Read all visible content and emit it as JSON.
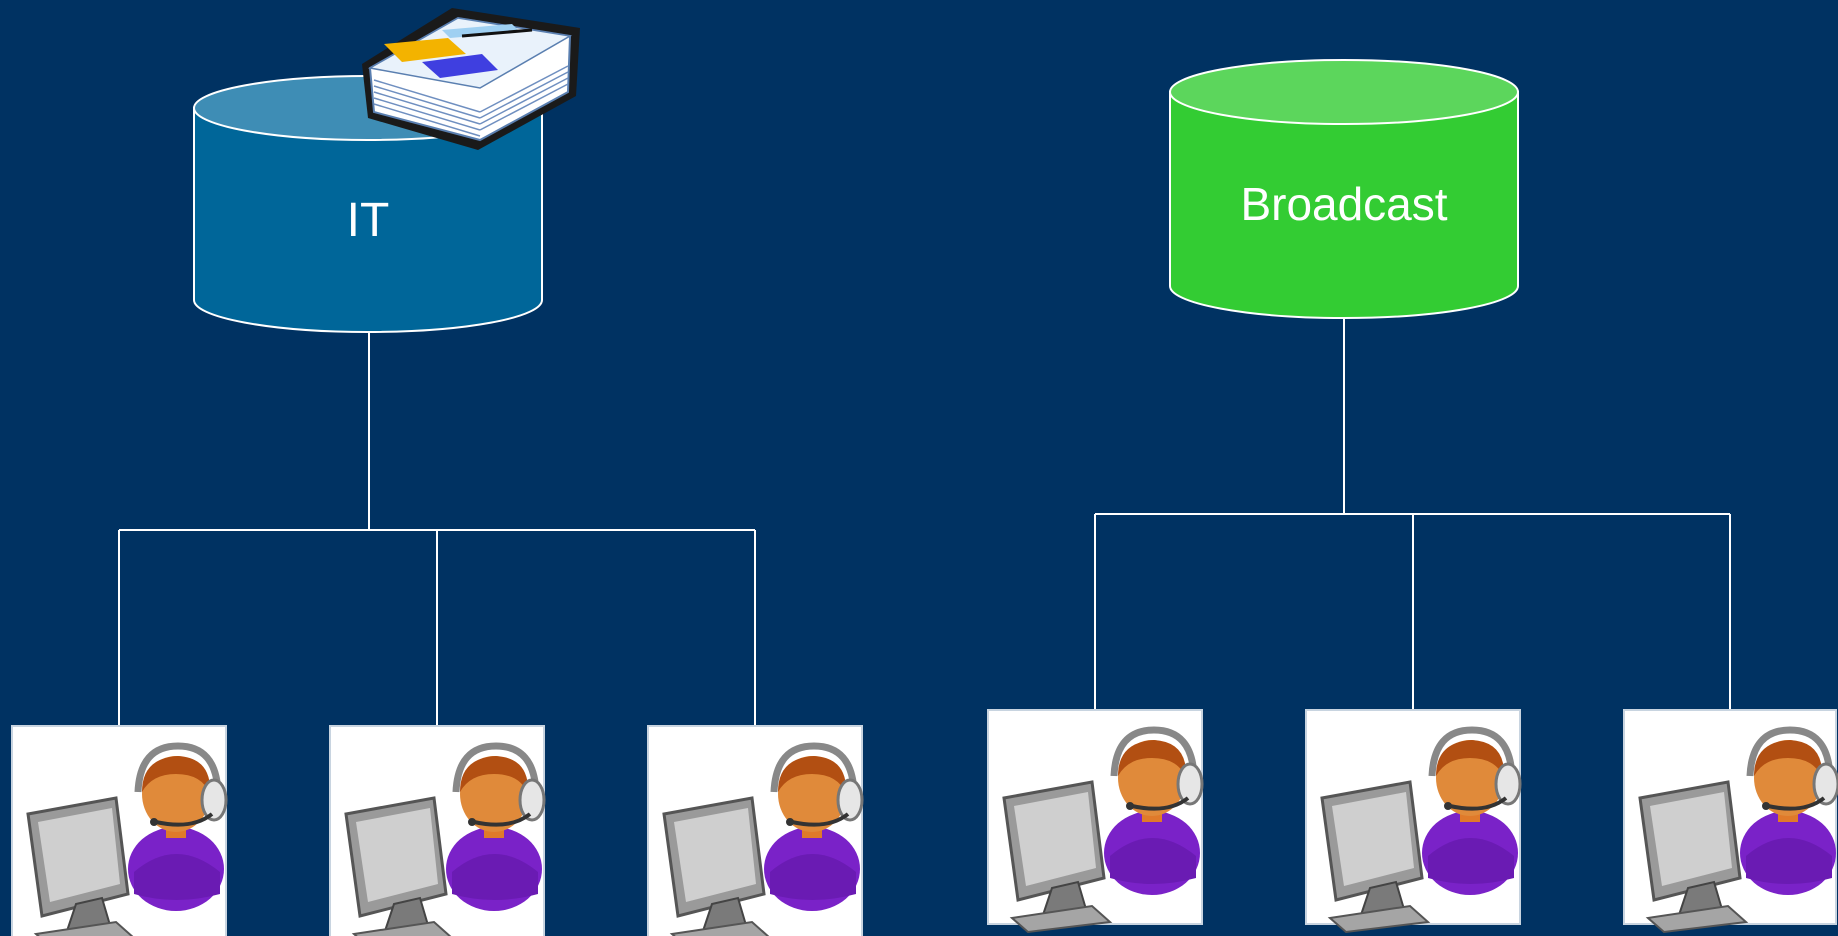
{
  "diagram": {
    "background": "#003262",
    "line_color": "#ffffff",
    "groups": [
      {
        "id": "it",
        "label": "IT",
        "database_color": "#006699",
        "database_top_color": "#3e8db5",
        "has_document_stack": true,
        "workstations": 3,
        "workstation_icon": "operator-headset-computer-icon"
      },
      {
        "id": "broadcast",
        "label": "Broadcast",
        "database_color": "#33cc33",
        "database_top_color": "#5cd65c",
        "has_document_stack": false,
        "workstations": 3,
        "workstation_icon": "operator-headset-computer-icon"
      }
    ]
  }
}
